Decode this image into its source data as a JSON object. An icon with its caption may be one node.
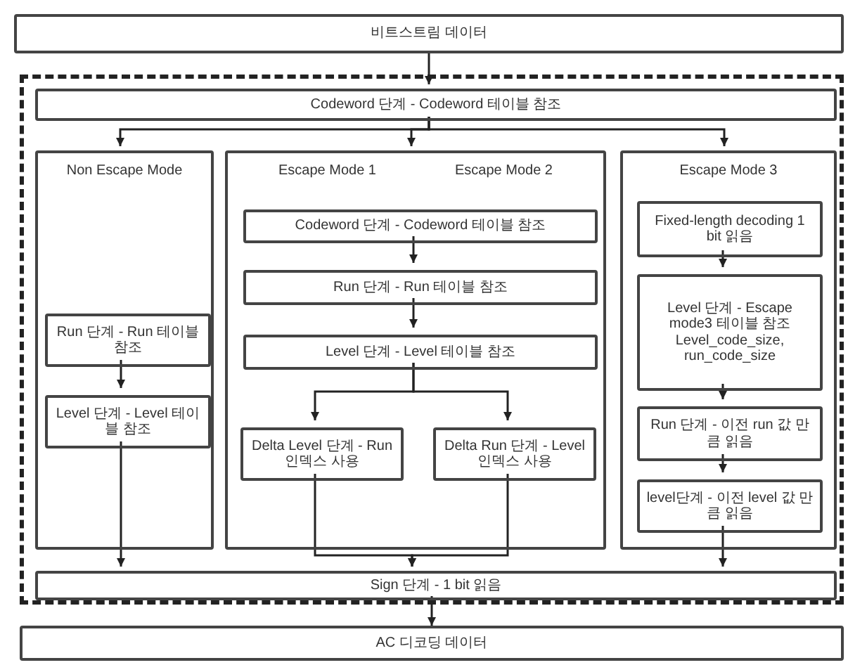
{
  "diagram": {
    "nodes": [
      {
        "text": [
          "비트스트림 데이터"
        ]
      },
      {
        "text": [],
        "shape": "box"
      },
      {
        "text": [
          "Codeword 단계 - Codeword 테이블 참조"
        ],
        "in": 1
      },
      {
        "text": [
          "Non Escape Mode"
        ],
        "in": 1
      },
      {
        "text": [
          "Run 단계 - Run 테이블 참조"
        ],
        "in": 3
      },
      {
        "text": [
          "Level 단계 - Level 테이블 참조"
        ],
        "in": 3
      },
      {
        "text": [
          "Escape Mode 1",
          "Escape Mode 2"
        ],
        "in": 1
      },
      {
        "text": [
          "Codeword 단계 - Codeword 테이블 참조"
        ],
        "in": 6
      },
      {
        "text": [
          "Run 단계 - Run 테이블 참조"
        ],
        "in": 6
      },
      {
        "text": [
          "Level 단계 - Level 테이블 참조"
        ],
        "in": 6
      },
      {
        "text": [
          "Delta Level 단계 - Run 인덱스 사용"
        ],
        "in": 6
      },
      {
        "text": [
          "Delta Run 단계 - Level 인덱스 사용"
        ],
        "in": 6
      },
      {
        "text": [
          "Escape Mode 3"
        ],
        "in": 1
      },
      {
        "text": [
          "Fixed-length decoding 1 bit 읽음"
        ],
        "in": 12
      },
      {
        "text": [
          "Level 단계 - Escape mode3 테이블 참조 Level_code_size, run_code_size"
        ],
        "in": 12
      },
      {
        "text": [
          "Run 단계 - 이전 run 값 만큼 읽음"
        ],
        "in": 12
      },
      {
        "text": [
          "level단계 - 이전 level 값 만큼 읽음"
        ],
        "in": 12
      },
      {
        "text": [
          "Sign 단계 - 1 bit 읽음"
        ],
        "in": 1
      },
      {
        "text": [
          "AC 디코딩 데이터"
        ]
      }
    ],
    "edges": [
      {
        "from": 0,
        "to": 2,
        "arrow": "to"
      },
      {
        "from": 2,
        "to": 3,
        "arrow": "to"
      },
      {
        "from": 2,
        "to": 6,
        "arrow": "to"
      },
      {
        "from": 2,
        "to": 12,
        "arrow": "to"
      },
      {
        "from": 4,
        "to": 5,
        "arrow": "to"
      },
      {
        "from": 7,
        "to": 8,
        "arrow": "to"
      },
      {
        "from": 8,
        "to": 9,
        "arrow": "to"
      },
      {
        "from": 9,
        "to": 10,
        "arrow": "to"
      },
      {
        "from": 9,
        "to": 11,
        "arrow": "to"
      },
      {
        "from": 13,
        "to": 14,
        "arrow": "to"
      },
      {
        "from": 14,
        "to": 15,
        "arrow": "to"
      },
      {
        "from": 15,
        "to": 16,
        "arrow": "to"
      },
      {
        "from": 5,
        "to": 17,
        "arrow": "to"
      },
      {
        "from": 10,
        "to": 17,
        "arrow": "to"
      },
      {
        "from": 11,
        "to": 17,
        "arrow": "to"
      },
      {
        "from": 16,
        "to": 17,
        "arrow": "to"
      },
      {
        "from": 17,
        "to": 18,
        "arrow": "to"
      }
    ]
  }
}
